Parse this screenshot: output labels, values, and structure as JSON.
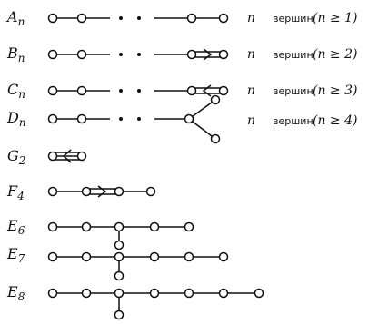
{
  "rows": [
    {
      "letter": "A",
      "sub": "n",
      "vertices_word": "вершин",
      "n_symbol": "n",
      "condition": "(n ≥ 1)"
    },
    {
      "letter": "B",
      "sub": "n",
      "vertices_word": "вершин",
      "n_symbol": "n",
      "condition": "(n ≥ 2)"
    },
    {
      "letter": "C",
      "sub": "n",
      "vertices_word": "вершин",
      "n_symbol": "n",
      "condition": "(n ≥ 3)"
    },
    {
      "letter": "D",
      "sub": "n",
      "vertices_word": "вершин",
      "n_symbol": "n",
      "condition": "(n ≥ 4)"
    },
    {
      "letter": "G",
      "sub": "2"
    },
    {
      "letter": "F",
      "sub": "4"
    },
    {
      "letter": "E",
      "sub": "6"
    },
    {
      "letter": "E",
      "sub": "7"
    },
    {
      "letter": "E",
      "sub": "8"
    }
  ]
}
